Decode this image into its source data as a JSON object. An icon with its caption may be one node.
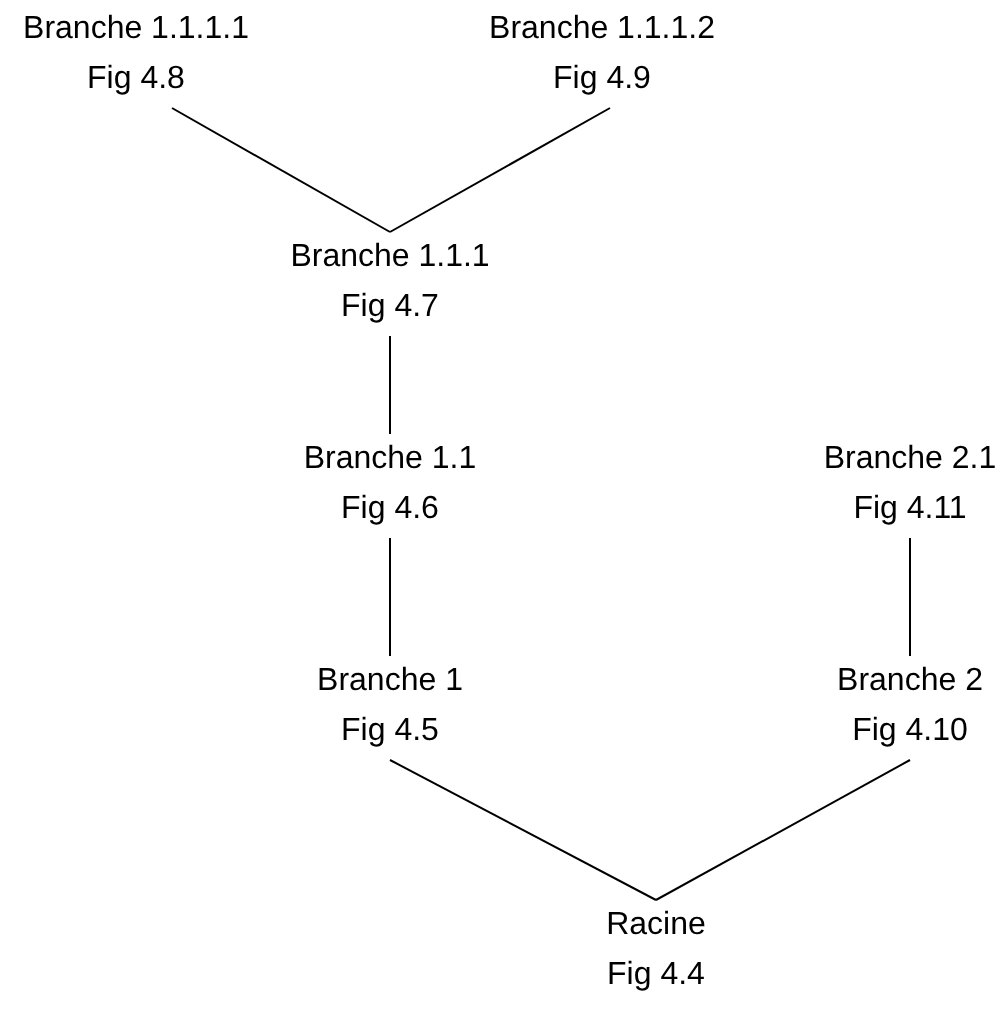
{
  "diagram": {
    "nodes": [
      {
        "text": [
          "Branche 1.1.1.1",
          "Fig 4.8"
        ]
      },
      {
        "text": [
          "Branche 1.1.1.2",
          "Fig 4.9"
        ]
      },
      {
        "text": [
          "Branche 1.1.1",
          "Fig 4.7"
        ]
      },
      {
        "text": [
          "Branche 1.1",
          "Fig 4.6"
        ]
      },
      {
        "text": [
          "Branche 2.1",
          "Fig 4.11"
        ]
      },
      {
        "text": [
          "Branche 1",
          "Fig 4.5"
        ]
      },
      {
        "text": [
          "Branche 2",
          "Fig 4.10"
        ]
      },
      {
        "text": [
          "Racine",
          "Fig 4.4"
        ]
      }
    ],
    "edges": [
      {
        "from": 0,
        "to": 2,
        "arrow": "none"
      },
      {
        "from": 1,
        "to": 2,
        "arrow": "none"
      },
      {
        "from": 2,
        "to": 3,
        "arrow": "none"
      },
      {
        "from": 3,
        "to": 5,
        "arrow": "none"
      },
      {
        "from": 4,
        "to": 6,
        "arrow": "none"
      },
      {
        "from": 5,
        "to": 7,
        "arrow": "none"
      },
      {
        "from": 6,
        "to": 7,
        "arrow": "none"
      }
    ]
  }
}
